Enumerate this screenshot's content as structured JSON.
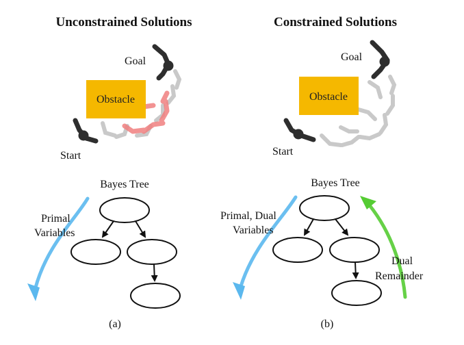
{
  "panel_a": {
    "title": "Unconstrained Solutions",
    "goal_label": "Goal",
    "start_label": "Start",
    "obstacle_label": "Obstacle",
    "tree_label": "Bayes Tree",
    "arrow_label_line1": "Primal",
    "arrow_label_line2": "Variables",
    "caption": "(a)"
  },
  "panel_b": {
    "title": "Constrained Solutions",
    "goal_label": "Goal",
    "start_label": "Start",
    "obstacle_label": "Obstacle",
    "tree_label": "Bayes Tree",
    "arrow_label_line1": "Primal, Dual",
    "arrow_label_line2": "Variables",
    "remainder_line1": "Dual",
    "remainder_line2": "Remainder",
    "caption": "(b)"
  },
  "colors": {
    "obstacle": "#f5b800",
    "robot_dark": "#2e2e2e",
    "robot_light": "#c9c9c9",
    "unconstrained_path": "#f08080",
    "primal_arrow": "#5bb8ee",
    "dual_arrow": "#55cc33"
  }
}
